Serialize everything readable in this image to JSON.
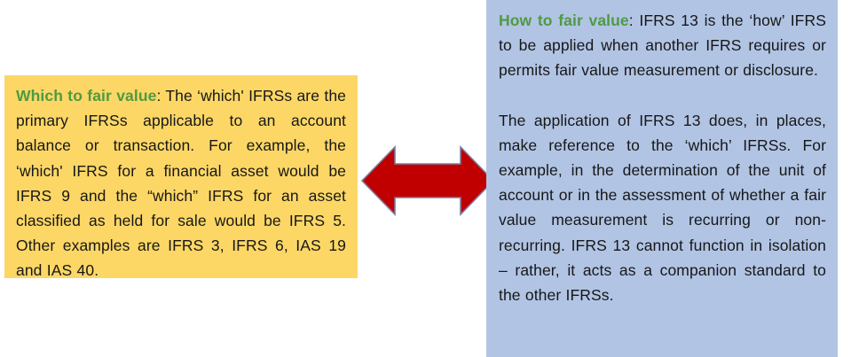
{
  "diagram": {
    "type": "two-panel-comparison-with-bidirectional-arrow",
    "colors": {
      "left_panel_fill": "#FCD766",
      "right_panel_fill": "#B1C4E4",
      "heading_green": "#4F9A41",
      "body_text": "#171717",
      "arrow_fill": "#C00000",
      "arrow_outline": "#7B7B9E",
      "background": "#FFFFFF"
    },
    "left_panel": {
      "heading": "Which to fair value",
      "heading_separator": ": ",
      "paragraphs": [
        "The ‘which' IFRSs are the primary IFRSs applicable to an account balance or transaction. For example, the ‘which' IFRS for a financial asset would be IFRS 9 and the “which” IFRS for an asset classified as held for sale would be IFRS 5. Other examples are IFRS 3, IFRS 6, IAS 19 and IAS 40."
      ]
    },
    "right_panel": {
      "heading": "How to fair value",
      "heading_separator": ": ",
      "paragraphs": [
        "IFRS 13 is the ‘how’ IFRS to be applied when another IFRS requires or permits fair value measurement or disclosure.",
        "The application of IFRS 13 does, in places, make reference to the ‘which’ IFRSs. For example, in the determination of the unit of account or in the assessment of whether a fair value measurement is recurring or non-recurring. IFRS 13 cannot function in isolation – rather, it acts as a companion standard to the other IFRSs."
      ]
    },
    "arrow": {
      "icon": "double-headed-horizontal-arrow-icon",
      "direction": "bidirectional"
    }
  }
}
